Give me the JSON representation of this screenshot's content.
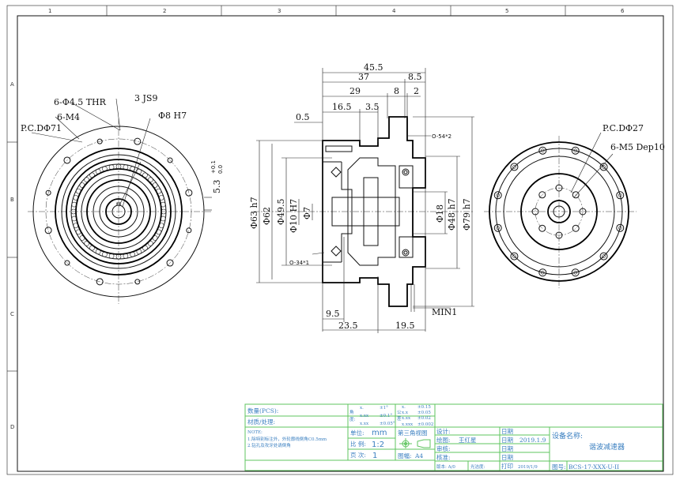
{
  "grid": {
    "cols": [
      "1",
      "2",
      "3",
      "4",
      "5",
      "6"
    ],
    "rows": [
      "A",
      "B",
      "C",
      "D"
    ]
  },
  "left_view": {
    "holes_thr": "6-Φ4.5 THR",
    "keyway": "3 JS9",
    "tapped": "6-M4",
    "bore": "Φ8 H7",
    "pcd": "P.C.DΦ71",
    "key_depth": "5.3",
    "key_tol_upper": "+0.1",
    "key_tol_lower": "0.0"
  },
  "section_view": {
    "top_dims": [
      "45.5",
      "37",
      "8.5",
      "29",
      "8",
      "2",
      "16.5",
      "3.5",
      "0.5"
    ],
    "left_dims": [
      "Φ63 h7",
      "Φ62",
      "Φ49.5",
      "Φ10 H7",
      "Φ7"
    ],
    "right_dims": [
      "Φ18",
      "Φ48 h7",
      "Φ79 h7"
    ],
    "bottom_dims": [
      "9.5",
      "23.5",
      "19.5",
      "MIN1"
    ],
    "oring_top": "O-54*2",
    "oring_bottom": "O-34*1"
  },
  "right_view": {
    "pcd": "P.C.DΦ27",
    "tapped": "6-M5 Dep10"
  },
  "title_block": {
    "quantity": "数量(PCS):",
    "material": "材质/处理:",
    "note_title": "NOTE:",
    "note_1": "1.除特别标注外，外轮廓线倒角C0.5mm",
    "note_2": "2.钻孔及攻牙处请倒角",
    "angle_label_1": "角",
    "angle_label_2": "度:",
    "angle_tol": [
      [
        "x.",
        "±1°"
      ],
      [
        "x.xx",
        "±0.1°"
      ],
      [
        "x.xx",
        "±0.05°"
      ]
    ],
    "lin_label_1": "公",
    "lin_label_2": "差",
    "lin_tol": [
      [
        "x.",
        "±0.15"
      ],
      [
        "x.x",
        "±0.05"
      ],
      [
        "x.xx",
        "±0.02"
      ],
      [
        "x.xxx",
        "±0.002"
      ]
    ],
    "unit_label": "单位:",
    "unit": "mm",
    "scale_label": "比 例:",
    "scale": "1:2",
    "page_label": "页 次:",
    "page": "1",
    "projection": "第三角视图",
    "size_label": "图幅:",
    "size": "A4",
    "design": "设计:",
    "drawn": "绘图:",
    "drawn_by": "王红星",
    "review": "审核:",
    "approve": "核准:",
    "version": "版本: A/0",
    "finish": "光洁度:",
    "date": "日期",
    "date_drawn": "2019.1.9",
    "print": "打印",
    "print_date": "2019/1/9",
    "device_label": "设备名称:",
    "device_name": "谐波减速器",
    "drawing_no_label": "图号:",
    "drawing_no": "BCS-17-XXX-U-II"
  }
}
